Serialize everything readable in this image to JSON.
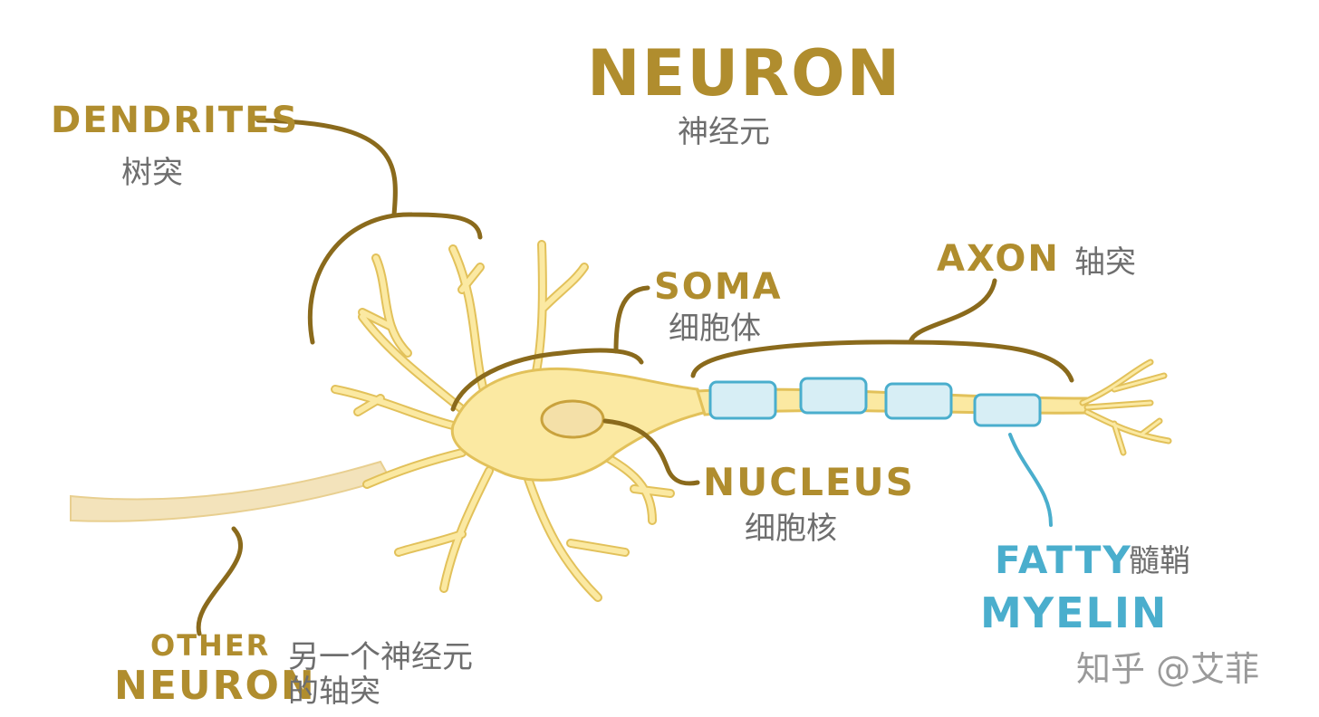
{
  "title": {
    "en": "NEURON",
    "zh": "神经元"
  },
  "labels": {
    "dendrites": {
      "en": "DENDRITES",
      "zh": "树突"
    },
    "soma": {
      "en": "SOMA",
      "zh": "细胞体"
    },
    "axon": {
      "en": "AXON",
      "zh": "轴突"
    },
    "nucleus": {
      "en": "NUCLEUS",
      "zh": "细胞核"
    },
    "myelin": {
      "en_line1": "FATTY",
      "en_line2": "MYELIN",
      "zh": "髓鞘"
    },
    "other_neuron": {
      "en_line1": "OTHER",
      "en_line2": "NEURON",
      "zh_line1": "另一个神经元",
      "zh_line2": "的轴突"
    }
  },
  "watermark": "知乎 @艾菲",
  "colors": {
    "label_gold": "#b08d2e",
    "bracket_brown": "#8a6a1c",
    "cell_fill": "#fbe9a2",
    "cell_outline": "#e2c15a",
    "myelin_blue": "#4aaecd",
    "myelin_fill": "#d7eef5",
    "chinese_gray": "#6e6e6e",
    "other_axon": "#f3e3bb"
  }
}
